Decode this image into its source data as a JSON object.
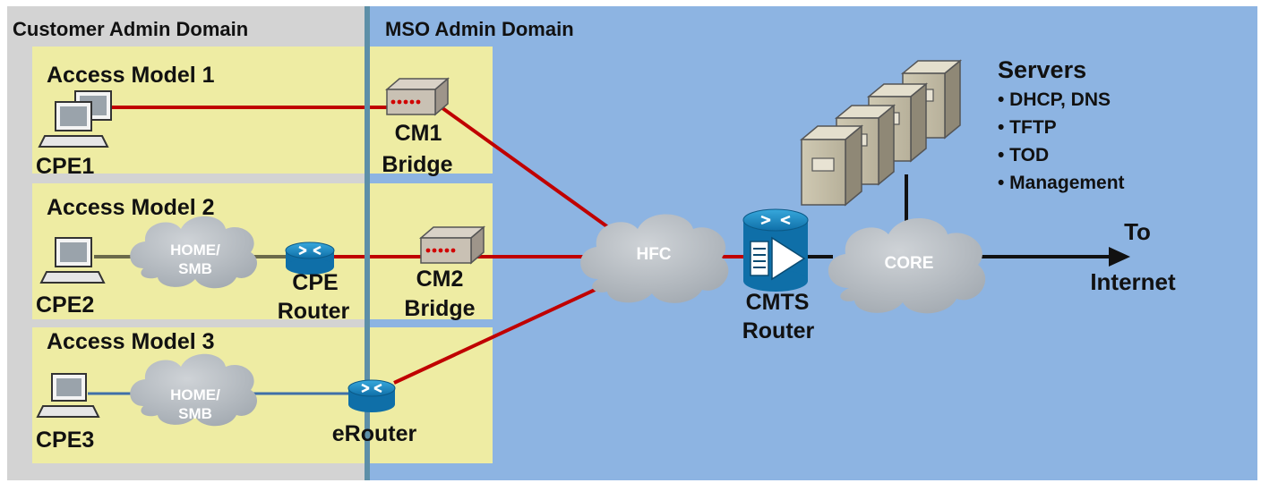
{
  "domains": {
    "customer": "Customer Admin Domain",
    "mso": "MSO Admin Domain"
  },
  "access_models": [
    "Access Model 1",
    "Access Model 2",
    "Access Model 3"
  ],
  "cpe": [
    "CPE1",
    "CPE2",
    "CPE3"
  ],
  "clouds": {
    "home1_line1": "HOME/",
    "home1_line2": "SMB",
    "home2_line1": "HOME/",
    "home2_line2": "SMB",
    "hfc": "HFC",
    "core": "CORE"
  },
  "devices": {
    "cm1_line1": "CM1",
    "cm1_line2": "Bridge",
    "cm2_line1": "CM2",
    "cm2_line2": "Bridge",
    "cpe_router_line1": "CPE",
    "cpe_router_line2": "Router",
    "erouter": "eRouter",
    "cmts_line1": "CMTS",
    "cmts_line2": "Router"
  },
  "servers": {
    "title": "Servers",
    "items": [
      "• DHCP, DNS",
      "• TFTP",
      "• TOD",
      "• Management"
    ]
  },
  "internet": {
    "line1": "To",
    "line2": "Internet"
  },
  "colors": {
    "customer_bg": "#d3d3d3",
    "mso_bg": "#8db4e2",
    "model_box": "#eeeca3",
    "divider": "#5d8fa8",
    "red_link": "#c00000",
    "blue_link": "#3f6fa8",
    "olive_link": "#6b6b4a",
    "cloud": "#b9bec4",
    "router_blue": "#1f8fc9"
  }
}
